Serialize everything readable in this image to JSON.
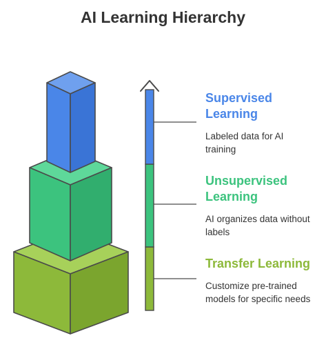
{
  "title": "AI Learning Hierarchy",
  "colors": {
    "supervised": "#4A86E8",
    "unsupervised": "#3CC37E",
    "transfer": "#8DB93A",
    "outline": "#4A4A4A",
    "text": "#333333"
  },
  "levels": [
    {
      "id": "supervised",
      "title": "Supervised Learning",
      "description": "Labeled data for AI training",
      "color": "#4A86E8"
    },
    {
      "id": "unsupervised",
      "title": "Unsupervised Learning",
      "description": "AI organizes data without labels",
      "color": "#3CC37E"
    },
    {
      "id": "transfer",
      "title": "Transfer Learning",
      "description": "Customize pre-trained models for specific needs",
      "color": "#8DB93A"
    }
  ]
}
